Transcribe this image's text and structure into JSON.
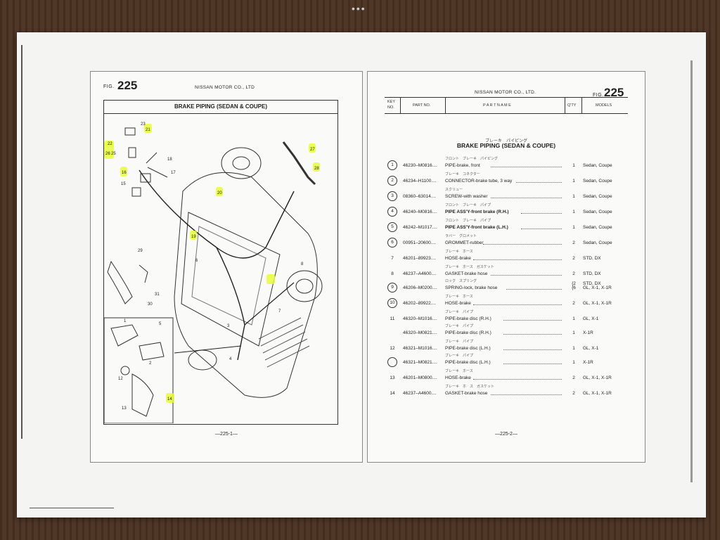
{
  "window_dots": "•••",
  "left_page": {
    "fig_label": "FIG.",
    "fig_number": "225",
    "company": "NISSAN MOTOR CO., LTD",
    "diagram_title": "BRAKE PIPING (SEDAN & COUPE)",
    "footer": "—225-1—",
    "callouts": [
      "23",
      "21",
      "22",
      "26",
      "25",
      "18",
      "17",
      "16",
      "15",
      "20",
      "27",
      "28",
      "19",
      "6",
      "29",
      "8",
      "31",
      "30",
      "3",
      "7",
      "4",
      "12",
      "1",
      "2",
      "5",
      "14",
      "13"
    ]
  },
  "right_page": {
    "company": "NISSAN MOTOR CO., LTD.",
    "fig_label": "FIG.",
    "fig_number": "225",
    "columns": {
      "key_line1": "KEY",
      "key_line2": "NO.",
      "part_no": "PART  NO.",
      "part_name": "P  A  R  T     N  A  M  E",
      "qty": "Q'TY",
      "models": "MODELS"
    },
    "section_jp": "ブレーキ　パイピング",
    "section_title": "BRAKE PIPING (SEDAN & COUPE)",
    "footer": "—225-2—",
    "rows": [
      {
        "key": "1",
        "circled": true,
        "part_no": "46230–M0816....",
        "jp": "フロント　ブレーキ　パイピング",
        "name": "PIPE-brake, front",
        "bold": false,
        "qty": "1",
        "models": "Sedan, Coupe"
      },
      {
        "key": "2",
        "circled": true,
        "part_no": "46234–H1100....",
        "jp": "ブレーキ　コネクター",
        "name": "CONNECTOR-brake tube, 3 way",
        "bold": false,
        "qty": "1",
        "models": "Sedan, Coupe"
      },
      {
        "key": "3",
        "circled": true,
        "part_no": "08360–63014....",
        "jp": "スクリュー",
        "name": "SCREW-with washer",
        "bold": false,
        "qty": "1",
        "models": "Sedan, Coupe"
      },
      {
        "key": "4",
        "circled": true,
        "part_no": "46240–M0816....",
        "jp": "フロント　ブレーキ　パイプ",
        "name": "PIPE ASS'Y-front brake (R.H.)",
        "bold": true,
        "qty": "1",
        "models": "Sedan, Coupe"
      },
      {
        "key": "5",
        "circled": true,
        "part_no": "46242–M1017....",
        "jp": "フロント　ブレーキ　パイプ",
        "name": "PIPE ASS'Y-front brake (L.H.)",
        "bold": true,
        "qty": "1",
        "models": "Sedan, Coupe"
      },
      {
        "key": "6",
        "circled": true,
        "part_no": "00951–20600....",
        "jp": "ラバー　グロメット",
        "name": "GROMMET-rubber",
        "bold": false,
        "qty": "2",
        "models": "Sedan, Coupe"
      },
      {
        "key": "7",
        "circled": false,
        "part_no": "46201–89923....",
        "jp": "ブレーキ　ホース",
        "name": "HOSE-brake",
        "bold": false,
        "qty": "2",
        "models": "STD, DX"
      },
      {
        "key": "8",
        "circled": false,
        "part_no": "46237–A4600....",
        "jp": "ブレーキ　ホース　ガスケット",
        "name": "GASKET-brake hose",
        "bold": false,
        "qty": "2",
        "models": "STD, DX"
      },
      {
        "key": "9",
        "circled": true,
        "part_no": "46206–M0200....",
        "jp": "ロック　スプリング",
        "name": "SPRING-lock, brake hose",
        "bold": false,
        "qty": "{2\n{6",
        "models": "STD, DX\nGL, X-1, X-1R"
      },
      {
        "key": "10",
        "circled": true,
        "part_no": "46202–89922....",
        "jp": "ブレーキ　ホース",
        "name": "HOSE-brake",
        "bold": false,
        "qty": "2",
        "models": "GL, X-1, X-1R"
      },
      {
        "key": "11",
        "circled": false,
        "part_no": "46320–M1016....",
        "jp": "ブレーキ　パイプ",
        "name": "PIPE-brake disc (R.H.)",
        "bold": false,
        "qty": "1",
        "models": "GL, X-1"
      },
      {
        "key": "",
        "circled": false,
        "part_no": "46320–M0821....",
        "jp": "ブレーキ　パイプ",
        "name": "PIPE-brake disc (R.H.)",
        "bold": false,
        "qty": "1",
        "models": "X-1R"
      },
      {
        "key": "12",
        "circled": false,
        "part_no": "46321–M1016....",
        "jp": "ブレーキ　パイプ",
        "name": "PIPE-brake disc (L.H.)",
        "bold": false,
        "qty": "1",
        "models": "GL, X-1"
      },
      {
        "key": "",
        "circled": true,
        "part_no": "46321–M0821....",
        "jp": "ブレーキ　パイプ",
        "name": "PIPE-brake disc (L.H.)",
        "bold": false,
        "qty": "1",
        "models": "X-1R"
      },
      {
        "key": "13",
        "circled": false,
        "part_no": "46201–M0800....",
        "jp": "ブレーキ　ホース",
        "name": "HOSE-brake",
        "bold": false,
        "qty": "2",
        "models": "GL, X-1, X-1R"
      },
      {
        "key": "14",
        "circled": false,
        "part_no": "46237–A4600....",
        "jp": "ブレーキ　ホ　ス　ガスケット",
        "name": "GASKET-brake hose",
        "bold": false,
        "qty": "2",
        "models": "GL, X-1, X-1R"
      }
    ]
  }
}
